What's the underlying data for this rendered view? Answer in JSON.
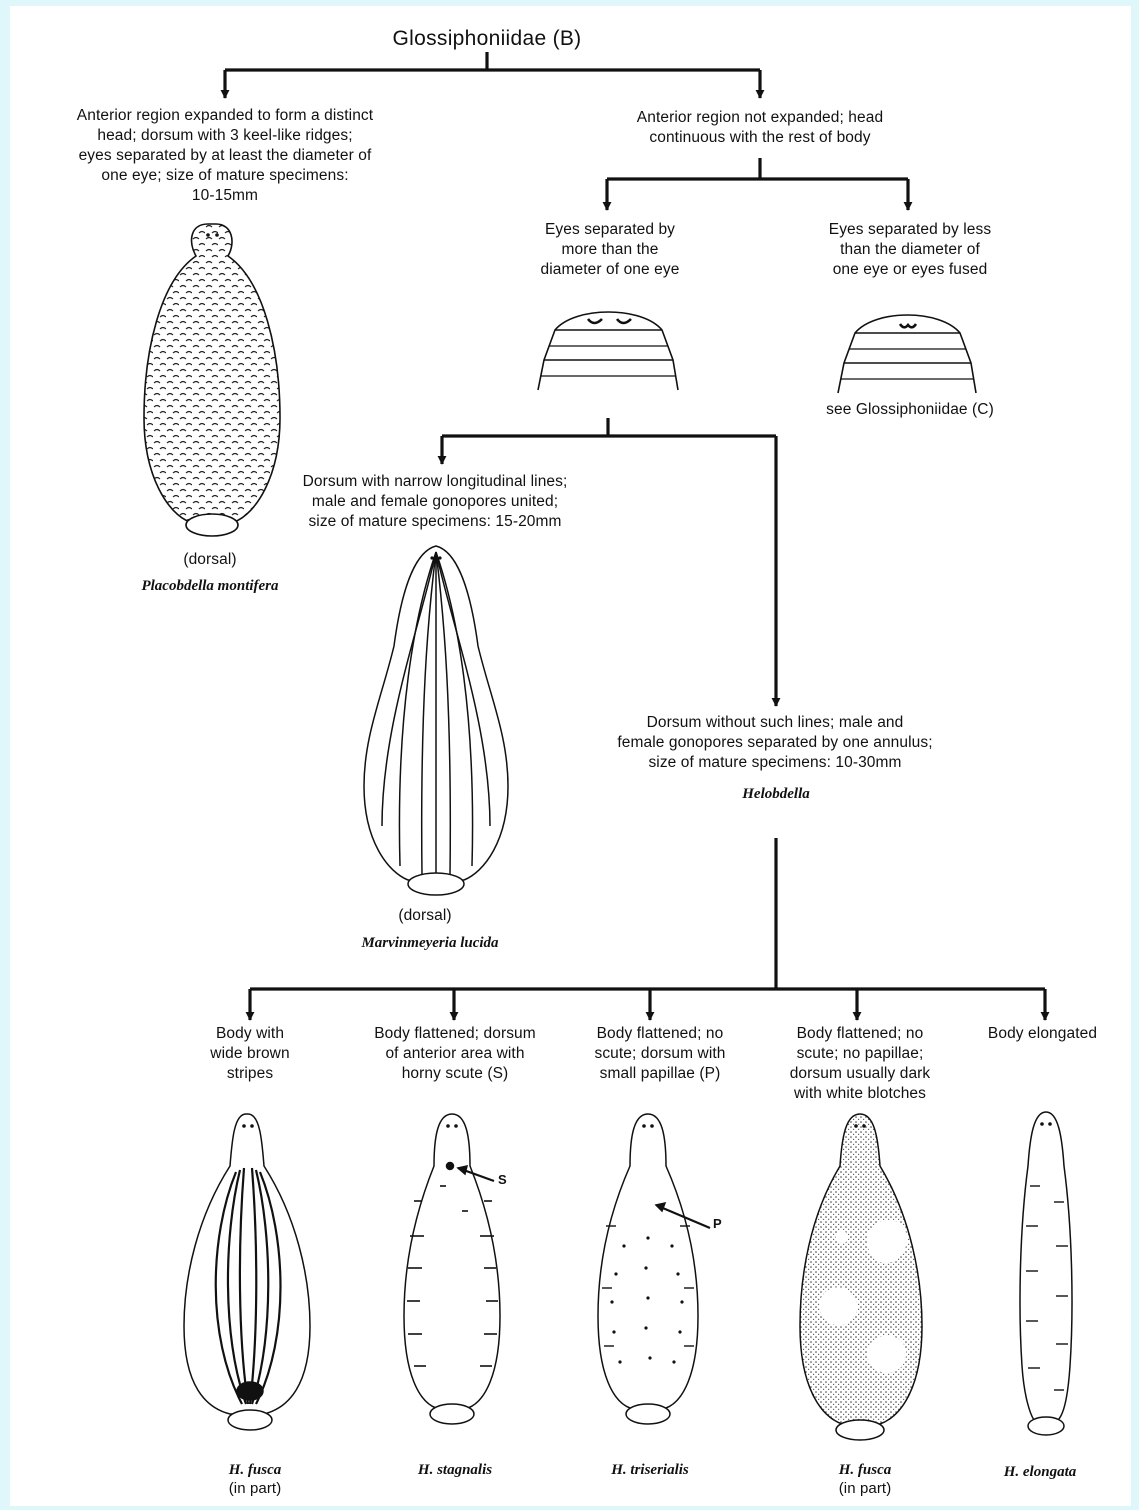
{
  "key": {
    "title": "Glossiphoniidae (B)",
    "branch_head": "Anterior region expanded to form a distinct\nhead; dorsum with 3 keel-like ridges;\neyes separated by at least the diameter of\none eye; size of mature specimens:\n10-15mm",
    "branch_no_head": "Anterior region not expanded; head\ncontinuous with the rest of body",
    "eyes_far": "Eyes separated by\nmore than the\ndiameter of one eye",
    "eyes_close": "Eyes separated by less\nthan the diameter of\none eye or eyes fused",
    "see_c": "see Glossiphoniidae (C)",
    "lines": "Dorsum with narrow longitudinal lines;\nmale and female gonopores united;\nsize of mature specimens: 15-20mm",
    "no_lines": "Dorsum without such lines; male and\nfemale gonopores separated by one annulus;\nsize of mature specimens: 10-30mm",
    "genus": "Helobdella",
    "placobdella_view": "(dorsal)",
    "placobdella_name": "Placobdella montifera",
    "marvinmeyeria_view": "(dorsal)",
    "marvinmeyeria_name": "Marvinmeyeria lucida",
    "species": [
      {
        "desc": "Body with\nwide brown\nstripes",
        "name": "H. fusca",
        "note": "(in part)"
      },
      {
        "desc": "Body flattened; dorsum\nof anterior area with\nhorny scute (S)",
        "name": "H. stagnalis",
        "marker": "S"
      },
      {
        "desc": "Body flattened; no\nscute; dorsum with\nsmall papillae (P)",
        "name": "H. triserialis",
        "marker": "P"
      },
      {
        "desc": "Body flattened; no\nscute; no papillae;\ndorsum usually dark\nwith white blotches",
        "name": "H. fusca",
        "note": "(in part)"
      },
      {
        "desc": "Body elongated",
        "name": "H. elongata"
      }
    ]
  }
}
